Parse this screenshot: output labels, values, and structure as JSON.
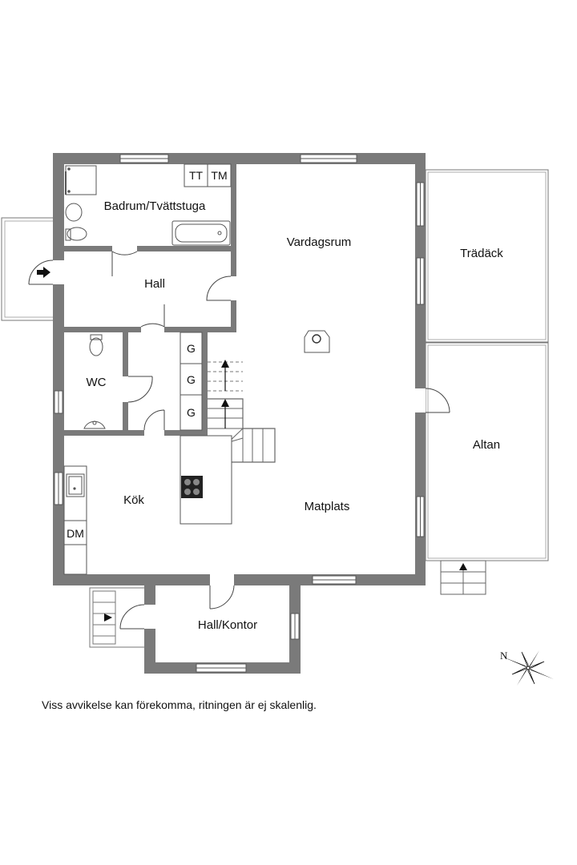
{
  "rooms": {
    "bathroom": "Badrum/Tvättstuga",
    "living": "Vardagsrum",
    "deck": "Trädäck",
    "hall": "Hall",
    "wc": "WC",
    "patio": "Altan",
    "kitchen": "Kök",
    "dining": "Matplats",
    "office": "Hall/Kontor"
  },
  "fixtures": {
    "dryer": "TT",
    "washer": "TM",
    "wardrobe": "G",
    "dishwasher": "DM"
  },
  "compass": {
    "north": "N"
  },
  "disclaimer": "Viss avvikelse kan förekomma, ritningen är ej skalenlig."
}
